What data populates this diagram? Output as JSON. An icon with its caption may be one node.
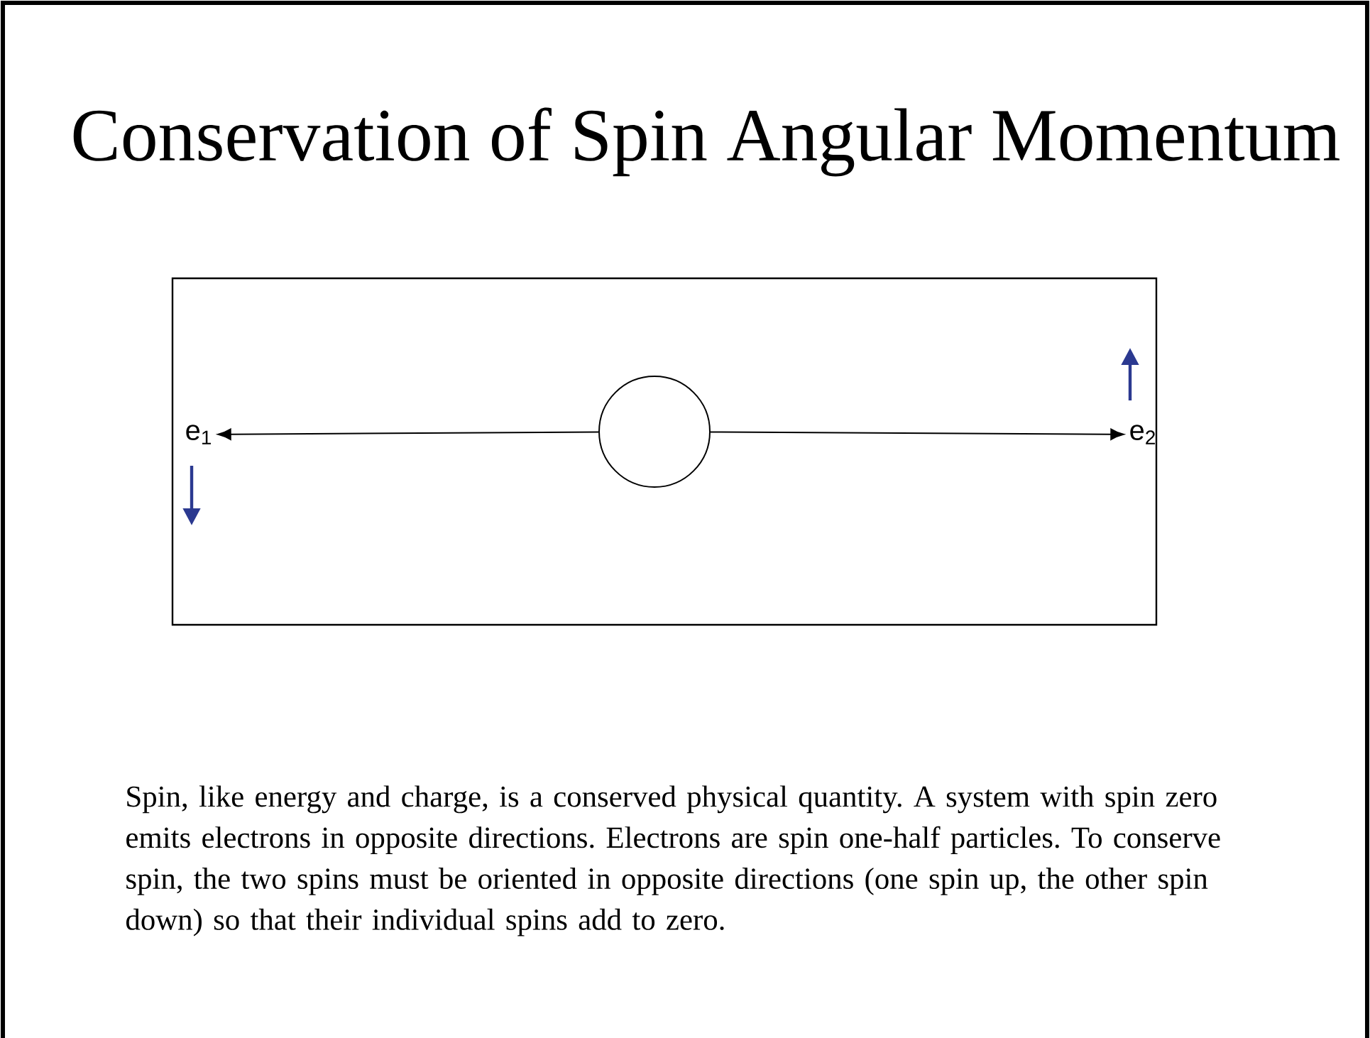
{
  "diagram": {
    "title": "Conservation of Spin Angular Momentum",
    "caption": "Spin, like energy and charge, is a conserved physical quantity. A system with spin zero emits electrons in opposite directions. Electrons are spin one-half particles. To conserve spin, the two spins must be oriented in opposite directions (one spin up, the other spin down) so that their individual spins add to zero.",
    "nodes": [
      {
        "text": [],
        "shape": "box"
      },
      {
        "text": [
          "e$_{1}$"
        ],
        "in": 0
      },
      {
        "text": [],
        "shape": "circle",
        "in": 0
      },
      {
        "text": [
          "e$_{2}$"
        ],
        "in": 0
      }
    ],
    "edges": [
      {
        "from": 2,
        "to": 1,
        "arrow": "to"
      },
      {
        "from": 2,
        "to": 3,
        "arrow": "to"
      }
    ]
  }
}
